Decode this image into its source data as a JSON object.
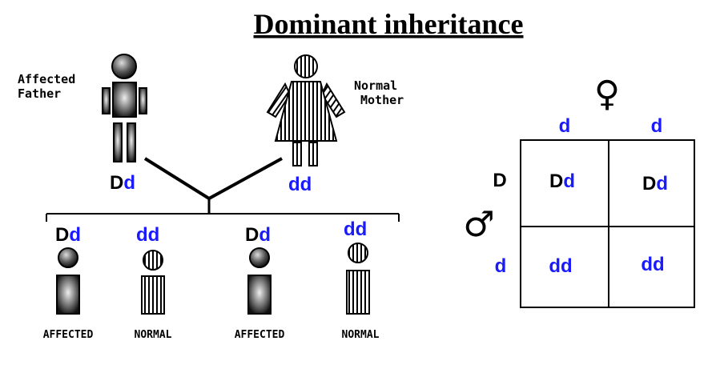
{
  "title": "Dominant inheritance",
  "father": {
    "label_line1": "Affected",
    "label_line2": "Father",
    "allele_dominant": "D",
    "allele_recessive": "d"
  },
  "mother": {
    "label_line1": "Normal",
    "label_line2": "Mother",
    "genotype": "dd"
  },
  "children": [
    {
      "allele_dominant": "D",
      "allele_recessive": "d",
      "genotype": "",
      "status": "AFFECTED"
    },
    {
      "allele_dominant": "",
      "allele_recessive": "",
      "genotype": "dd",
      "status": "NORMAL"
    },
    {
      "allele_dominant": "D",
      "allele_recessive": "d",
      "genotype": "",
      "status": "AFFECTED"
    },
    {
      "allele_dominant": "",
      "allele_recessive": "",
      "genotype": "dd",
      "status": "NORMAL"
    }
  ],
  "punnett": {
    "female_symbol": "♀",
    "male_symbol": "♂",
    "female_alleles": [
      "d",
      "d"
    ],
    "male_alleles": [
      "D",
      "d"
    ],
    "cells": [
      [
        {
          "dominant": "D",
          "recessive": "d"
        },
        {
          "dominant": "D",
          "recessive": "d"
        }
      ],
      [
        {
          "dominant": "",
          "recessive": "dd"
        },
        {
          "dominant": "",
          "recessive": "dd"
        }
      ]
    ],
    "colors": {
      "dominant": "#000000",
      "recessive": "#1a1aff"
    }
  }
}
